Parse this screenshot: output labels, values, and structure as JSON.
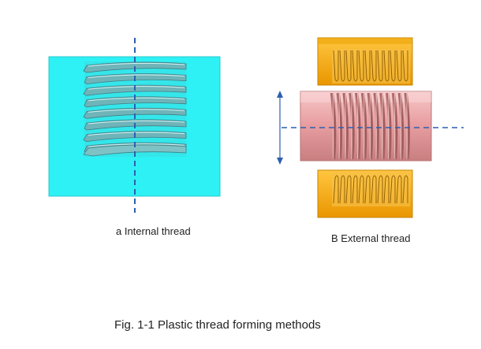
{
  "figure": {
    "label_internal": "a  Internal thread",
    "label_external": "B  External thread",
    "caption": "Fig. 1-1 Plastic thread forming methods"
  },
  "colors": {
    "cyan_block": "#2ef1f5",
    "thread_teal": "#5fa8ad",
    "axis_blue": "#2d5fb0",
    "gold": "#f5a80a",
    "pink": "#e9a0a3"
  }
}
